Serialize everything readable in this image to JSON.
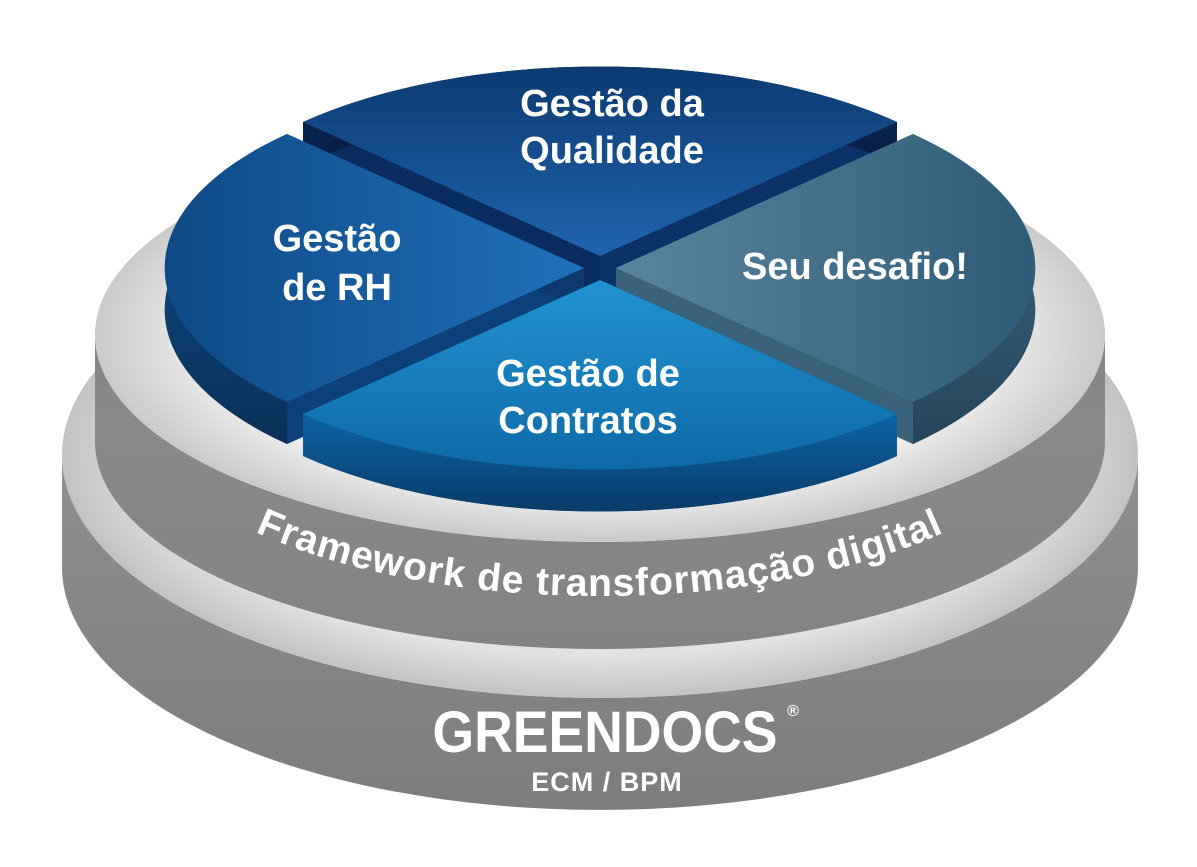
{
  "diagram": {
    "slices": [
      {
        "id": "qualidade",
        "label_lines": [
          "Gestão da",
          "Qualidade"
        ],
        "top_color": "#14508f",
        "side_color": "#0a2d5f"
      },
      {
        "id": "rh",
        "label_lines": [
          "Gestão",
          "de RH"
        ],
        "top_color": "#1a62a6",
        "side_color": "#0d4078"
      },
      {
        "id": "desafio",
        "label_lines": [
          "Seu desafio!"
        ],
        "top_color": "#45708c",
        "side_color": "#32586e"
      },
      {
        "id": "contratos",
        "label_lines": [
          "Gestão de",
          "Contratos"
        ],
        "top_color": "#1780c0",
        "side_color": "#0a5187"
      }
    ],
    "ring": {
      "label": "Framework de transformação digital"
    },
    "base": {
      "brand": "GREENDOCS",
      "registered_mark": "®",
      "subtitle": "ECM / BPM"
    },
    "colors": {
      "pedestal_gray": "#878787",
      "rim_light_gray": "#d9d9d9",
      "label_text": "#ffffff",
      "background": "#ffffff"
    }
  }
}
